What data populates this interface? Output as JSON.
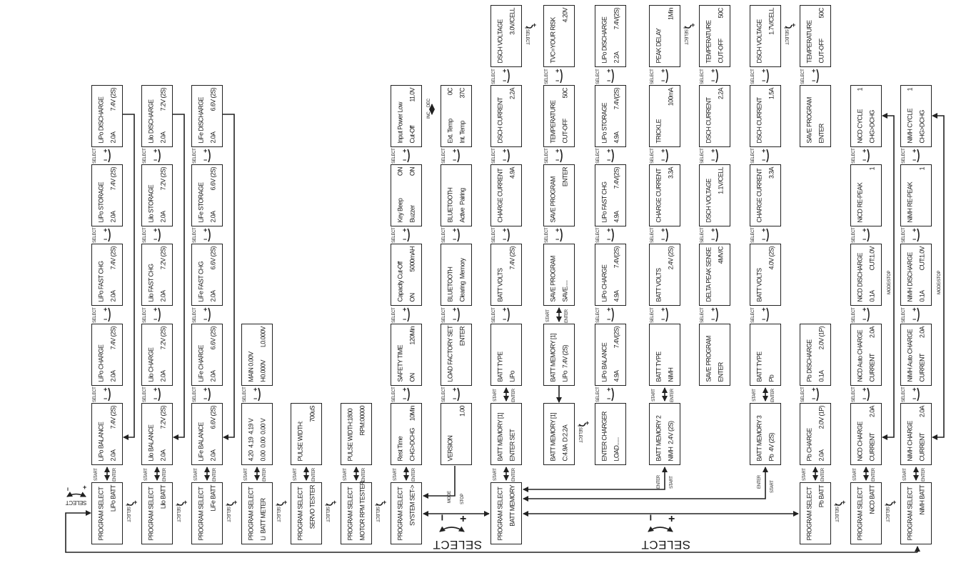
{
  "labels": {
    "select": "SELECT",
    "start": "START",
    "enter": "ENTER",
    "mode": "MODE",
    "stop": "STOP",
    "mode_stop": "MODE/STOP",
    "inc": "INC",
    "dec": "DEC",
    "plus": "+",
    "minus": "−"
  },
  "colors": {
    "line": "#222222",
    "background": "#ffffff"
  },
  "columns": [
    {
      "name": "lipo",
      "screens": [
        null,
        [
          [
            "LiPo DISCHARGE",
            ""
          ],
          [
            "2.0A",
            "7.4V (2S)"
          ]
        ],
        [
          [
            "LiPo STORAGE",
            ""
          ],
          [
            "2.0A",
            "7.4V (2S)"
          ]
        ],
        [
          [
            "LiPo FAST CHG",
            ""
          ],
          [
            "2.0A",
            "7.4V (2S)"
          ]
        ],
        [
          [
            "LiPo CHARGE",
            ""
          ],
          [
            "2.0A",
            "7.4V (2S)"
          ]
        ],
        [
          [
            "LiPo BALANCE",
            ""
          ],
          [
            "2.0A",
            "7.4V (2S)"
          ]
        ],
        [
          [
            "PROGRAM SELECT",
            ""
          ],
          [
            "",
            "LiPo BATT"
          ]
        ]
      ]
    },
    {
      "name": "lilo",
      "screens": [
        null,
        [
          [
            "Lilo DISCHARGE",
            ""
          ],
          [
            "2.0A",
            "7.2V (2S)"
          ]
        ],
        [
          [
            "Lilo STORAGE",
            ""
          ],
          [
            "2.0A",
            "7.2V (2S)"
          ]
        ],
        [
          [
            "Lilo FAST CHG",
            ""
          ],
          [
            "2.0A",
            "7.2V (2S)"
          ]
        ],
        [
          [
            "Lilo CHARGE",
            ""
          ],
          [
            "2.0A",
            "7.2V (2S)"
          ]
        ],
        [
          [
            "Lilo BALANCE",
            ""
          ],
          [
            "2.0A",
            "7.2V (2S)"
          ]
        ],
        [
          [
            "PROGRAM SELECT",
            ""
          ],
          [
            "",
            "Lilo BATT"
          ]
        ]
      ]
    },
    {
      "name": "life",
      "screens": [
        null,
        [
          [
            "LiFe DISCHARGE",
            ""
          ],
          [
            "2.0A",
            "6.6V (2S)"
          ]
        ],
        [
          [
            "LiFe STORAGE",
            ""
          ],
          [
            "2.0A",
            "6.6V (2S)"
          ]
        ],
        [
          [
            "LiFe FAST CHG",
            ""
          ],
          [
            "2.0A",
            "6.6V (2S)"
          ]
        ],
        [
          [
            "LiFe CHARGE",
            ""
          ],
          [
            "2.0A",
            "6.6V (2S)"
          ]
        ],
        [
          [
            "LiFe BALANCE",
            ""
          ],
          [
            "2.0A",
            "6.6V (2S)"
          ]
        ],
        [
          [
            "PROGRAM SELECT",
            ""
          ],
          [
            "",
            "LiFe BATT"
          ]
        ]
      ]
    },
    {
      "name": "batt-meter",
      "screens": [
        null,
        null,
        null,
        null,
        [
          [
            "MAIN 0.00V",
            ""
          ],
          [
            "H0.000V",
            "L0.000V"
          ]
        ],
        [
          [
            "4.20  4.19  4.19 V",
            ""
          ],
          [
            "0.00  0.00  0.00 V",
            ""
          ]
        ],
        [
          [
            "PROGRAM SELECT",
            ""
          ],
          [
            "Li  BATT METER",
            ""
          ]
        ]
      ]
    },
    {
      "name": "servo-tester",
      "screens": [
        null,
        null,
        null,
        null,
        null,
        [
          [
            "PULSE WIDTH:",
            ""
          ],
          [
            "",
            "700uS"
          ]
        ],
        [
          [
            "PROGRAM SELECT",
            ""
          ],
          [
            "",
            "SERVO TESTER"
          ]
        ]
      ]
    },
    {
      "name": "motor-rpm-tester",
      "screens": [
        null,
        null,
        null,
        null,
        null,
        [
          [
            "PULSE WIDTH:1800",
            ""
          ],
          [
            "",
            "RPM:00000"
          ]
        ],
        [
          [
            "PROGRAM SELECT",
            ""
          ],
          [
            "MOTOR RPM TESTER",
            ""
          ]
        ]
      ]
    },
    {
      "name": "system-set",
      "screens": [
        null,
        [
          [
            "Input Power Low",
            ""
          ],
          [
            "Cut-Off",
            "11.0V"
          ]
        ],
        [
          [
            "Key Beep",
            "ON"
          ],
          [
            "Buzzer",
            "ON"
          ]
        ],
        [
          [
            "Capacity Cut-Off",
            ""
          ],
          [
            "ON",
            "5000mAH"
          ]
        ],
        [
          [
            "SAFETY TIME",
            ""
          ],
          [
            "ON",
            "120Min"
          ]
        ],
        [
          [
            "Rest Time",
            ""
          ],
          [
            "CHG>DCHG",
            "10Min"
          ]
        ],
        [
          [
            "PROGRAM SELECT",
            ""
          ],
          [
            "",
            "SYSTEM SET->"
          ]
        ]
      ]
    },
    {
      "name": "system-set-2",
      "screens": [
        null,
        [
          [
            "Ext. Temp",
            "0C"
          ],
          [
            "Int. Temp",
            "37C"
          ]
        ],
        [
          [
            "BLUETOOTH",
            ""
          ],
          [
            "Active  Pairing",
            ""
          ]
        ],
        [
          [
            "BLUETOOTH",
            ""
          ],
          [
            "Clearing  Memory",
            ""
          ]
        ],
        [
          [
            "LOAD FACTORY SET",
            ""
          ],
          [
            "",
            "ENTER"
          ]
        ],
        [
          [
            "VERSION",
            ""
          ],
          [
            "",
            "1.00"
          ]
        ],
        null
      ]
    },
    {
      "name": "batt-memory",
      "screens": [
        [
          [
            "DSCH VOLTAGE",
            ""
          ],
          [
            "",
            "3.0V/CELL"
          ]
        ],
        [
          [
            "DSCH CURRENT",
            ""
          ],
          [
            "",
            "2.2A"
          ]
        ],
        [
          [
            "CHARGE CURRENT",
            ""
          ],
          [
            "",
            "4.9A"
          ]
        ],
        [
          [
            "BATT VOLTS",
            ""
          ],
          [
            "",
            "7.4V (2S)"
          ]
        ],
        [
          [
            "BATT TYPE",
            ""
          ],
          [
            "LiPo",
            ""
          ]
        ],
        [
          [
            "BATT MEMORY [1]",
            ""
          ],
          [
            "ENTER SET",
            ""
          ]
        ],
        [
          [
            "PROGRAM SELECT",
            ""
          ],
          [
            "",
            "BATT MEMORY"
          ]
        ]
      ]
    },
    {
      "name": "batt-memory-save",
      "screens": [
        [
          [
            "TVC=YOUR RISK",
            ""
          ],
          [
            "",
            "4.20V"
          ]
        ],
        [
          [
            "TEMPERATURE",
            ""
          ],
          [
            "CUT-OFF",
            "50C"
          ]
        ],
        [
          [
            "SAVE PROGRAM",
            ""
          ],
          [
            "",
            "ENTER"
          ]
        ],
        [
          [
            "SAVE PROGRAM",
            ""
          ],
          [
            "SAVE.....",
            ""
          ]
        ],
        [
          [
            "BATT MEMORY [1]",
            ""
          ],
          [
            "LiPo  7.4V (2S)",
            ""
          ]
        ],
        [
          [
            "BATT MEMORY [1]",
            ""
          ],
          [
            "C:4.9A  D:2.2A",
            ""
          ]
        ],
        null
      ]
    },
    {
      "name": "batt-memory-load",
      "screens": [
        [
          [
            "LiPo DISCHARGE",
            ""
          ],
          [
            "2.2A",
            "7.4V(2S)"
          ]
        ],
        [
          [
            "LiPo STORAGE",
            ""
          ],
          [
            "4.9A",
            "7.4V(2S)"
          ]
        ],
        [
          [
            "LiPo FAST CHG",
            ""
          ],
          [
            "4.9A",
            "7.4V(2S)"
          ]
        ],
        [
          [
            "LiPo CHARGE",
            ""
          ],
          [
            "4.9A",
            "7.4V(2S)"
          ]
        ],
        [
          [
            "LiPo BALANCE",
            ""
          ],
          [
            "4.9A",
            "7.4V(2S)"
          ]
        ],
        [
          [
            "ENTER CHARGER",
            ""
          ],
          [
            "LOAD......",
            ""
          ]
        ],
        null
      ]
    },
    {
      "name": "batt-memory-2",
      "screens": [
        [
          [
            "PEAK DELAY",
            ""
          ],
          [
            "",
            "1Min"
          ]
        ],
        [
          [
            "TRICKLE",
            ""
          ],
          [
            "",
            "100mA"
          ]
        ],
        [
          [
            "CHARGE CURRENT",
            ""
          ],
          [
            "",
            "3.3A"
          ]
        ],
        [
          [
            "BATT VOLTS",
            ""
          ],
          [
            "",
            "2.4V (2S)"
          ]
        ],
        [
          [
            "BATT TYPE",
            ""
          ],
          [
            "NiMH",
            ""
          ]
        ],
        [
          [
            "BATT MEMORY 2",
            ""
          ],
          [
            "NiMH  2.4V (2S)",
            ""
          ]
        ],
        null
      ]
    },
    {
      "name": "batt-memory-2b",
      "screens": [
        [
          [
            "TEMPERATURE",
            ""
          ],
          [
            "CUT-OFF",
            "50C"
          ]
        ],
        [
          [
            "DSCH CURRENT",
            ""
          ],
          [
            "",
            "2.2A"
          ]
        ],
        [
          [
            "DSCH VOLTAGE",
            ""
          ],
          [
            "",
            "1.1V/CELL"
          ]
        ],
        [
          [
            "DELTA PEAK SENSE",
            ""
          ],
          [
            "",
            "4MV/C"
          ]
        ],
        [
          [
            "SAVE PROGRAM",
            ""
          ],
          [
            "ENTER",
            ""
          ]
        ],
        null,
        null
      ]
    },
    {
      "name": "batt-memory-3",
      "screens": [
        [
          [
            "DSCH VOLTAGE",
            ""
          ],
          [
            "",
            "1.7V/CELL"
          ]
        ],
        [
          [
            "DSCH CURRENT",
            ""
          ],
          [
            "",
            "1.5A"
          ]
        ],
        [
          [
            "CHARGE CURRENT",
            ""
          ],
          [
            "",
            "3.3A"
          ]
        ],
        [
          [
            "BATT VOLTS",
            ""
          ],
          [
            "",
            "4.0V (2S)"
          ]
        ],
        [
          [
            "BATT TYPE",
            ""
          ],
          [
            "Pb",
            ""
          ]
        ],
        [
          [
            "BATT MEMORY 3",
            ""
          ],
          [
            "Pb  4V (2S)",
            ""
          ]
        ],
        null
      ]
    },
    {
      "name": "pb",
      "screens": [
        [
          [
            "TEMPERATURE",
            ""
          ],
          [
            "CUT-OFF",
            "50C"
          ]
        ],
        [
          [
            "SAVE PROGRAM",
            ""
          ],
          [
            "ENTER",
            ""
          ]
        ],
        null,
        null,
        [
          [
            "Pb DISCHARGE",
            ""
          ],
          [
            "0.1A",
            "2.0V (1P)"
          ]
        ],
        [
          [
            "Pb CHARGE",
            ""
          ],
          [
            "2.0A",
            "2.0V (1P)"
          ]
        ],
        [
          [
            "PROGRAM SELECT",
            ""
          ],
          [
            "",
            "Pb BATT"
          ]
        ]
      ]
    },
    {
      "name": "nicd",
      "screens": [
        null,
        [
          [
            "NiCD CYCLE",
            "1"
          ],
          [
            "CHG>DCHG",
            ""
          ]
        ],
        [
          [
            "NiCD RE-PEAK",
            ""
          ],
          [
            "",
            "1"
          ]
        ],
        [
          [
            "NiCD DISCHARGE",
            ""
          ],
          [
            "0.1A",
            "CUT:1.0V"
          ]
        ],
        [
          [
            "NiCD Auto CHARGE",
            ""
          ],
          [
            "CURRENT",
            "2.0A"
          ]
        ],
        [
          [
            "NiCD CHARGE",
            ""
          ],
          [
            "CURRENT",
            "2.0A"
          ]
        ],
        [
          [
            "PROGRAM SELECT",
            ""
          ],
          [
            "",
            "NiCD BATT"
          ]
        ]
      ]
    },
    {
      "name": "nimh",
      "screens": [
        null,
        [
          [
            "NiMH CYCLE",
            "1"
          ],
          [
            "CHG>DCHG",
            ""
          ]
        ],
        [
          [
            "NiMH RE-PEAK",
            ""
          ],
          [
            "",
            "1"
          ]
        ],
        [
          [
            "NiMH DISCHARGE",
            ""
          ],
          [
            "0.1A",
            "CUT:1.0V"
          ]
        ],
        [
          [
            "NiMH Auto CHARGE",
            ""
          ],
          [
            "CURRENT",
            "2.0A"
          ]
        ],
        [
          [
            "NiMH CHARGE",
            ""
          ],
          [
            "CURRENT",
            "2.0A"
          ]
        ],
        [
          [
            "PROGRAM SELECT",
            ""
          ],
          [
            "",
            "NiMH BATT"
          ]
        ]
      ]
    }
  ]
}
